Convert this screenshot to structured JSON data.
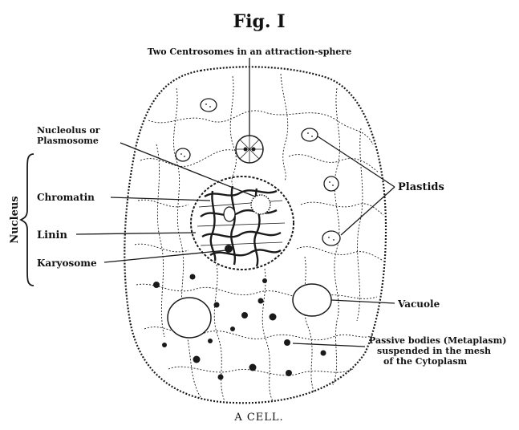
{
  "figure": {
    "title": "Fig. I",
    "caption": "A CELL.",
    "labels": {
      "centrosomes": "Two Centrosomes in an attraction-sphere",
      "nucleolus_line1": "Nucleolus or",
      "nucleolus_line2": "Plasmosome",
      "nucleus": "Nucleus",
      "chromatin": "Chromatin",
      "linin": "Linin",
      "karyosome": "Karyosome",
      "plastids": "Plastids",
      "vacuole": "Vacuole",
      "passive_line1": "Passive bodies (Metaplasm)",
      "passive_line2": "suspended in the mesh",
      "passive_line3": "of the Cytoplasm"
    },
    "colors": {
      "ink": "#1a1a1a",
      "paper": "#ffffff"
    }
  }
}
